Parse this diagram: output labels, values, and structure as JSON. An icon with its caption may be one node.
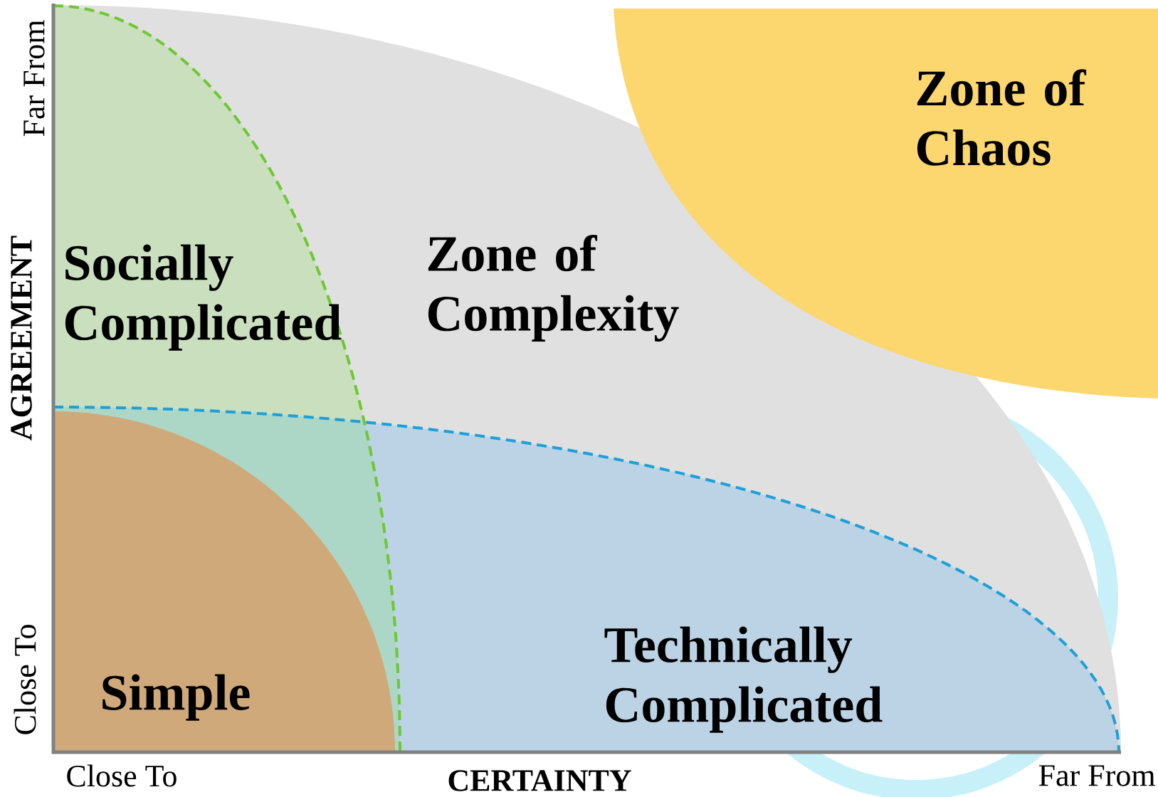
{
  "diagram": {
    "nodes": [
      {
        "text": [
          "Zone of Chaos"
        ]
      },
      {
        "text": [
          "Socially Complicated"
        ]
      },
      {
        "text": [
          "Zone of Complexity"
        ]
      },
      {
        "text": [
          "Technically Complicated"
        ]
      },
      {
        "text": [
          "Simple"
        ]
      }
    ],
    "labels": [
      "Far From",
      "AGREEMENT",
      "Close To",
      "Close To",
      "CERTAINTY",
      "Far From"
    ]
  }
}
